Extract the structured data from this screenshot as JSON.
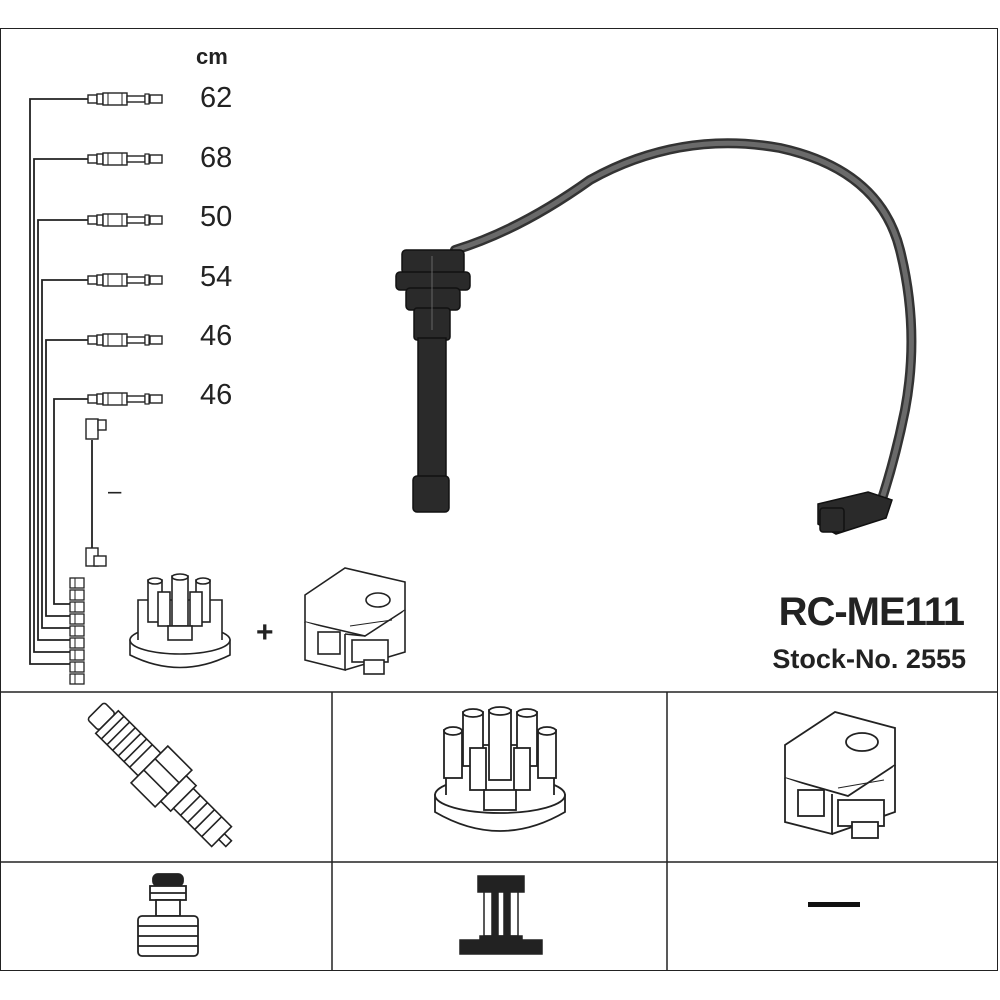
{
  "product": {
    "model": "RC-ME111",
    "stock_number": "Stock-No. 2555"
  },
  "cable_set": {
    "unit": "cm",
    "lengths": [
      "62",
      "68",
      "50",
      "54",
      "46",
      "46"
    ],
    "coil_lead_length": "–"
  },
  "separator": "+",
  "parts_table": {
    "row2_col3": "—"
  },
  "colors": {
    "line": "#222222",
    "cable": "#555555",
    "boot": "#2a2a2a"
  }
}
